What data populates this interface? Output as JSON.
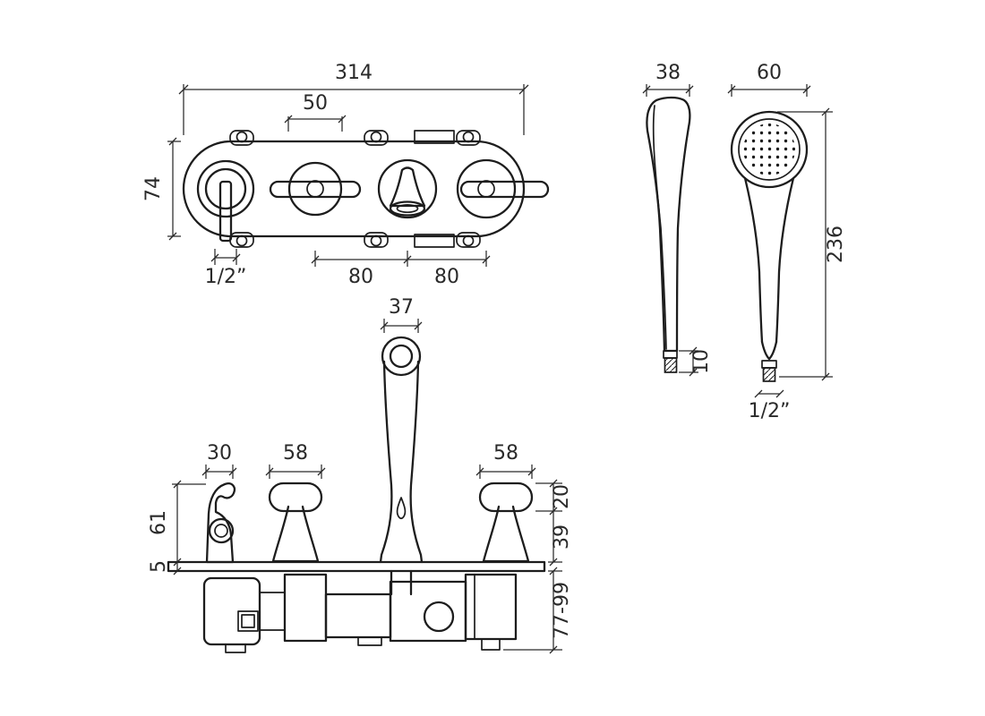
{
  "meta": {
    "background": "#ffffff",
    "line_color": "#1d1d1d",
    "text_color": "#2a2a2a",
    "drawing_type": "bath-shower-mixer dimensional drawing"
  },
  "plate_top_view": {
    "total_width_mm": "314",
    "handle_hub_width_mm": "50",
    "plate_height_mm": "74",
    "outlet_thread": "1/2”",
    "port_spacing_left_mm": "80",
    "port_spacing_right_mm": "80"
  },
  "handset_side_view": {
    "depth_mm": "38",
    "outlet_length_mm": "10"
  },
  "handset_front_view": {
    "head_diameter_mm": "60",
    "overall_length_mm": "236",
    "hose_thread": "1/2”"
  },
  "front_elevation": {
    "spout_column_width_mm": "37",
    "bracket_width_mm": "30",
    "left_handle_length_mm": "58",
    "right_handle_length_mm": "58",
    "handle_height_mm": "20",
    "handle_cone_height_mm": "39",
    "projection_above_plate_mm": "61",
    "plate_thickness_mm": "5",
    "recessed_depth_range_mm": "77-99"
  }
}
